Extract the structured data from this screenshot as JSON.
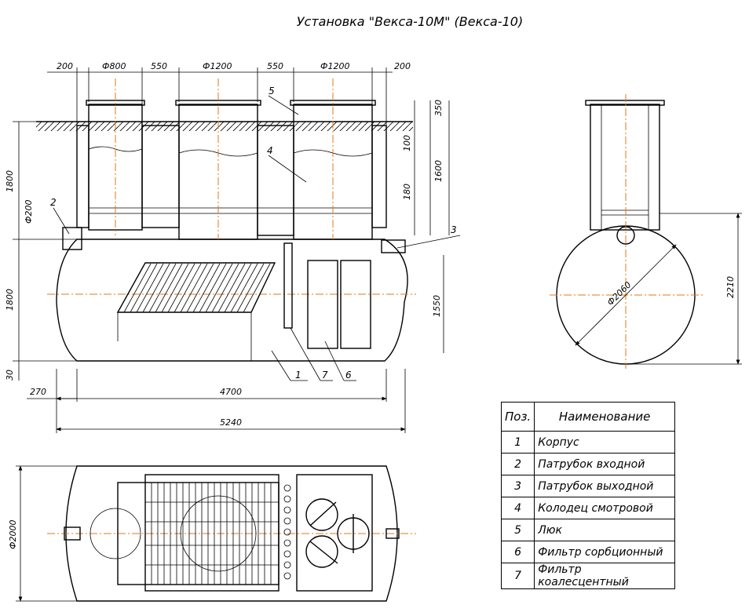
{
  "title": "Установка \"Векса-10М\" (Векса-10)",
  "dimensions": {
    "top_200_left": "200",
    "d800": "Ф800",
    "gap_550_a": "550",
    "d1200_a": "Ф1200",
    "gap_550_b": "550",
    "d1200_b": "Ф1200",
    "top_200_right": "200",
    "h350": "350",
    "h100": "100",
    "h1600": "1600",
    "h180": "180",
    "h1800_top": "1800",
    "d200": "Ф200",
    "h1800_body": "1800",
    "h1550": "1550",
    "h30": "30",
    "w270": "270",
    "w4700": "4700",
    "w5240": "5240",
    "d2060": "Ф2060",
    "h2210": "2210",
    "d2000": "Ф2000"
  },
  "callouts": [
    "1",
    "2",
    "3",
    "4",
    "5",
    "6",
    "7"
  ],
  "table": {
    "header_pos": "Поз.",
    "header_name": "Наименование",
    "rows": [
      {
        "pos": "1",
        "name": "Корпус"
      },
      {
        "pos": "2",
        "name": "Патрубок входной"
      },
      {
        "pos": "3",
        "name": "Патрубок выходной"
      },
      {
        "pos": "4",
        "name": "Колодец смотровой"
      },
      {
        "pos": "5",
        "name": "Люк"
      },
      {
        "pos": "6",
        "name": "Фильтр сорбционный"
      },
      {
        "pos": "7",
        "name": "Фильтр коалесцентный"
      }
    ]
  },
  "colors": {
    "line": "#000000",
    "axis": "#e07a1a",
    "background": "#ffffff"
  }
}
